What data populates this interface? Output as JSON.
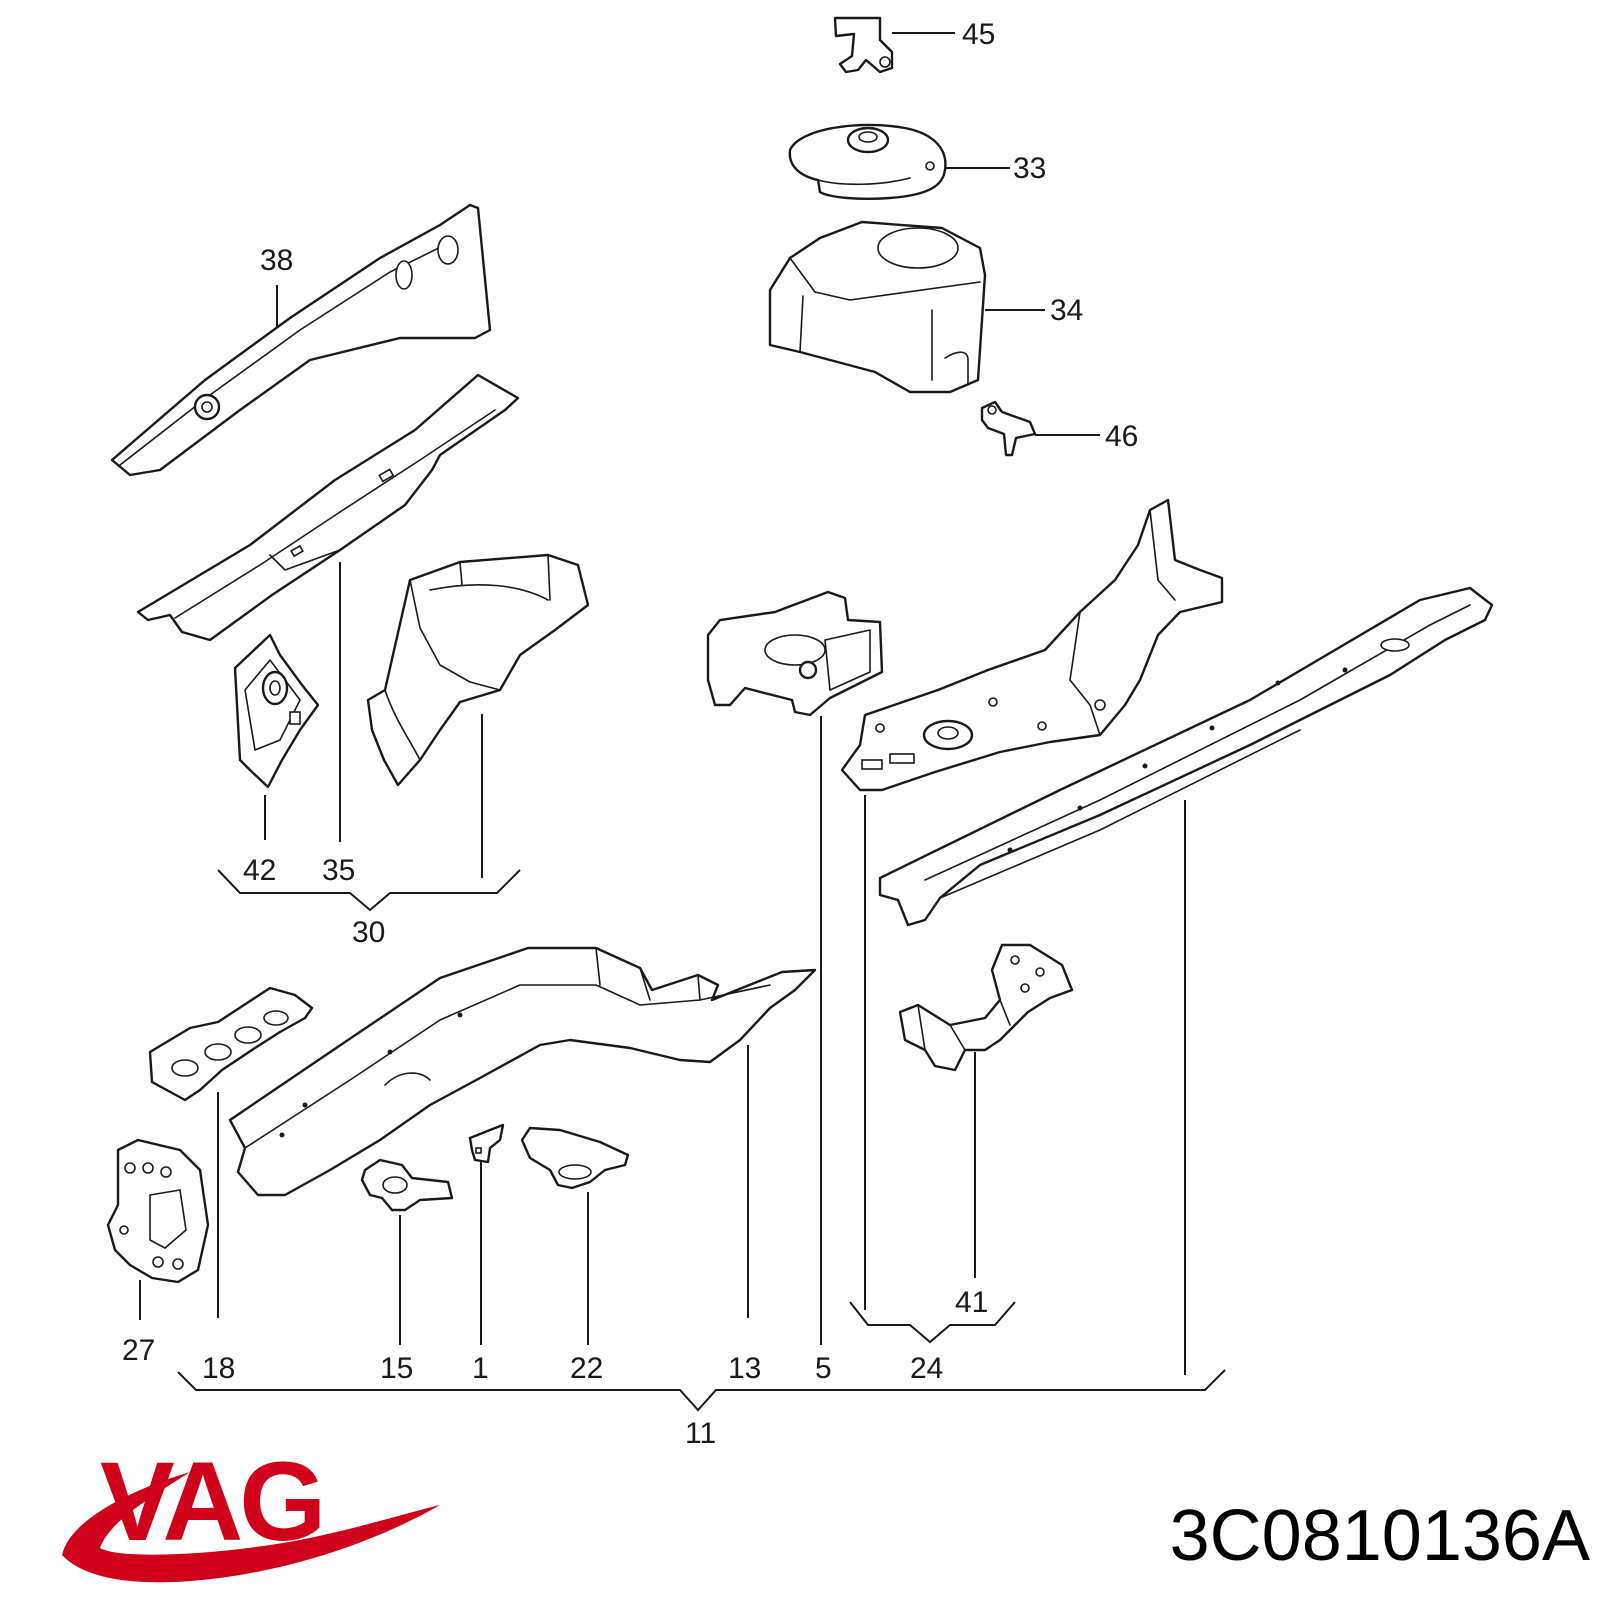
{
  "diagram": {
    "callouts": {
      "c45": "45",
      "c33": "33",
      "c34": "34",
      "c46": "46",
      "c38": "38",
      "c42": "42",
      "c35": "35",
      "c30": "30",
      "c27": "27",
      "c18": "18",
      "c15": "15",
      "c1": "1",
      "c22": "22",
      "c13": "13",
      "c5": "5",
      "c24": "24",
      "c41": "41",
      "c11": "11"
    }
  },
  "logo": {
    "text": "VAG",
    "color": "#d0021b"
  },
  "part_number": "3C0810136A"
}
